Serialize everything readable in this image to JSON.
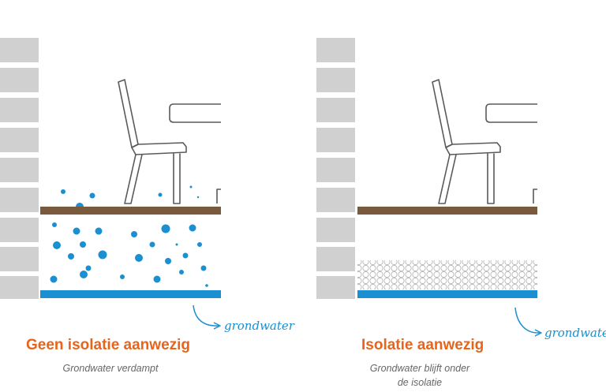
{
  "colors": {
    "brick": "#d0d0d0",
    "floor": "#7a5a3c",
    "water": "#1a8fd1",
    "accent": "#e8641b",
    "caption": "#666666",
    "furniture_stroke": "#5a5a5a"
  },
  "panels": [
    {
      "id": "left",
      "groundwater_label": "grondwater",
      "title": "Geen isolatie aanwezig",
      "caption_lines": [
        "Grondwater verdampt"
      ]
    },
    {
      "id": "right",
      "groundwater_label": "grondwater",
      "title": "Isolatie aanwezig",
      "caption_lines": [
        "Grondwater blijft onder",
        "de isolatie"
      ]
    }
  ]
}
